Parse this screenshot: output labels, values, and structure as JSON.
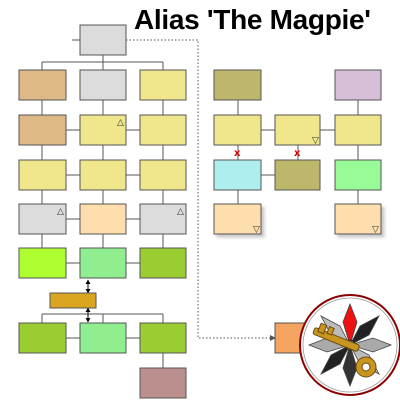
{
  "title": "Alias 'The Magpie'",
  "colors": {
    "grey": "#dcdcdc",
    "tan": "#deb887",
    "khaki": "#f0e68c",
    "olive": "#bdb76b",
    "lavender": "#d8bfd8",
    "cyan": "#afeeee",
    "palegreen": "#98fb98",
    "peach": "#ffdead",
    "lime": "#adff2f",
    "lightgreen": "#90ee90",
    "yellowgreen": "#9acd32",
    "gold": "#daa520",
    "rosybrown": "#bc8f8f",
    "orange": "#f4a460",
    "x_mark": "#d00000"
  },
  "legend": {
    "triangle_up": "△",
    "triangle_down": "▽",
    "x_mark": "x"
  },
  "emblem": {
    "icon": "compass-rose-key-emblem"
  }
}
